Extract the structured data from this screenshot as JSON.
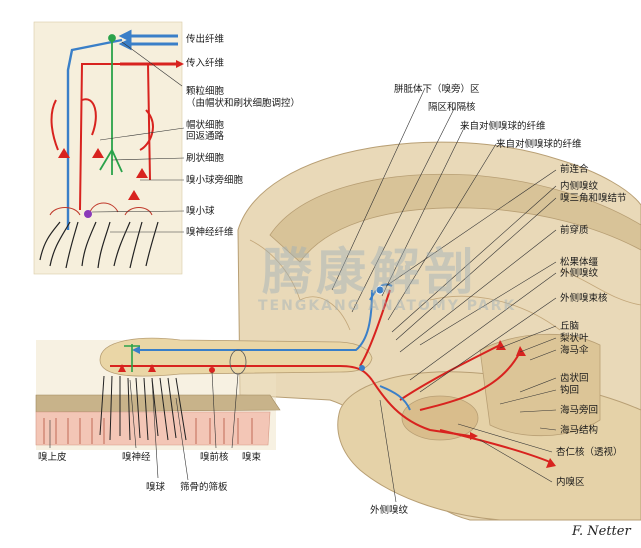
{
  "inset_labels": {
    "efferent": "传出纤维",
    "afferent": "传入纤维",
    "granule_1": "颗粒细胞",
    "granule_2": "（由帽状和刷状细胞调控）",
    "tufted_1": "帽状细胞",
    "tufted_2": "回返通路",
    "brush": "刷状细胞",
    "periglomerular": "嗅小球旁细胞",
    "glomerulus": "嗅小球",
    "olfactory_nerve_fibers": "嗅神经纤维"
  },
  "main_labels": {
    "subcallosal": "胼胝体下（嗅旁）区",
    "septal": "隔区和隔核",
    "from_contralateral_1": "来自对侧嗅球的纤维",
    "from_contralateral_2": "来自对侧嗅球的纤维",
    "anterior_commissure": "前连合",
    "medial_stria": "内侧嗅纹",
    "olfactory_trigone": "嗅三角和嗅结节",
    "anterior_perforated": "前穿质",
    "pineal": "松果体缰",
    "lateral_stria": "外侧嗅纹",
    "lateral_tract_nucleus": "外侧嗅束核",
    "uncus": "丘脑",
    "piriform": "梨状叶",
    "hippocampus_foot": "海马伞",
    "dentate": "齿状回",
    "uncus2": "钩回",
    "parahippocampal": "海马旁回",
    "hippocampal_formation": "海马结构",
    "amygdala": "杏仁核（透视）",
    "entorhinal": "内嗅区",
    "olfactory_epithelium": "嗅上皮",
    "olfactory_nerves": "嗅神经",
    "olfactory_bulb": "嗅球",
    "cribriform": "筛骨的筛板",
    "anterior_olfactory_nucleus": "嗅前核",
    "olfactory_tract": "嗅束",
    "lateral_olfactory_stria_bottom": "外侧嗅纹"
  },
  "watermark": {
    "cn": "腾康解剖",
    "en": "TENGKANG ANATOMY PARK"
  },
  "signature": "F. Netter",
  "colors": {
    "efferent": "#3a7fc8",
    "afferent": "#d8231f",
    "brush": "#2aa24a",
    "brain": "#e9d9b8",
    "brain_dark": "#c9b48c",
    "inset_bg": "#f6efdc"
  }
}
